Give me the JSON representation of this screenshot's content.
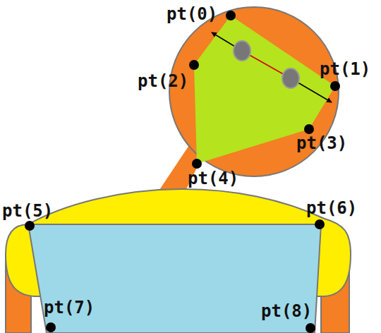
{
  "diagram": {
    "labels": [
      "pt(0)",
      "pt(1)",
      "pt(2)",
      "pt(3)",
      "pt(4)",
      "pt(5)",
      "pt(6)",
      "pt(7)",
      "pt(8)"
    ]
  }
}
